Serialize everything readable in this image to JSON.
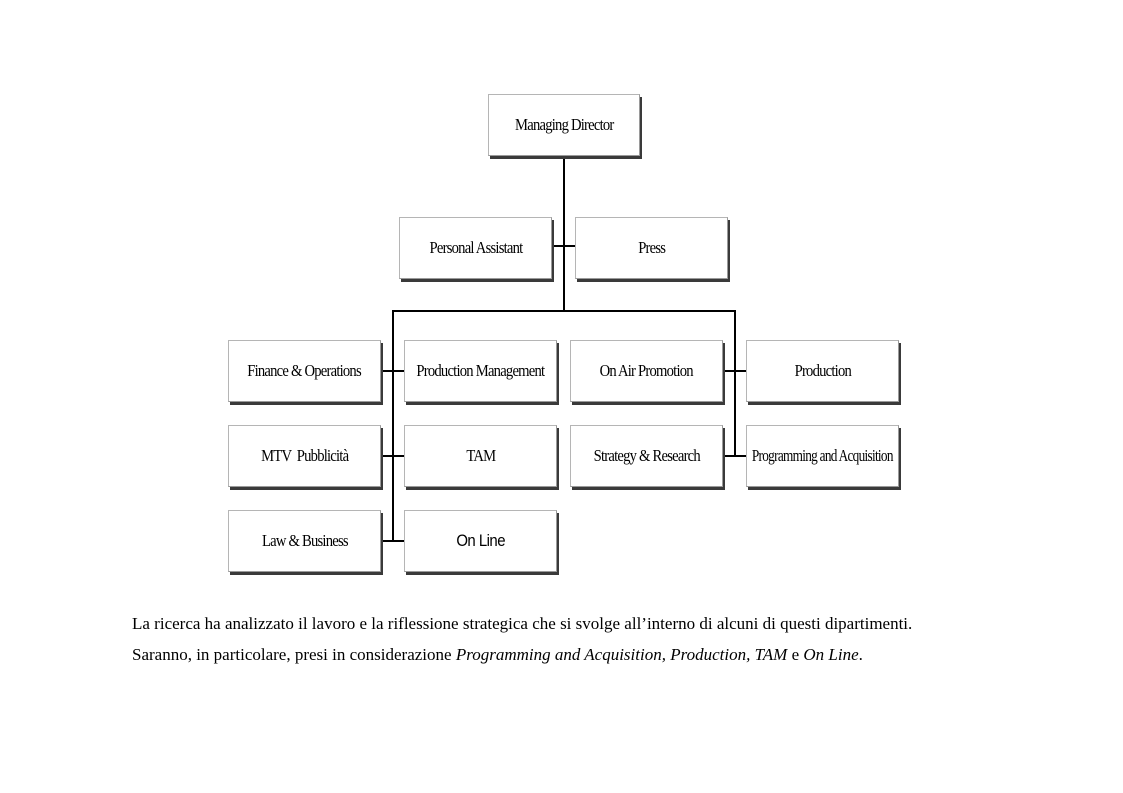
{
  "org_chart": {
    "top": "Managing Director",
    "staff": [
      "Personal Assistant",
      "Press"
    ],
    "departments": [
      "Finance & Operations",
      "Production Management",
      "On Air Promotion",
      "Production",
      "MTV  Pubblicità",
      "TAM",
      "Strategy & Research",
      "Programming and Acquisition",
      "Law & Business",
      "On Line"
    ]
  },
  "paragraph": {
    "line1": "La ricerca ha analizzato il lavoro e la riflessione strategica che si svolge all’interno di alcuni di questi dipartimenti.",
    "line2_start": "Saranno, in particolare, presi in considerazione ",
    "line2_italic": "Programming and Acquisition, Production, TAM",
    "line2_mid": " e ",
    "line2_italic2": "On Line",
    "line2_end": "."
  }
}
